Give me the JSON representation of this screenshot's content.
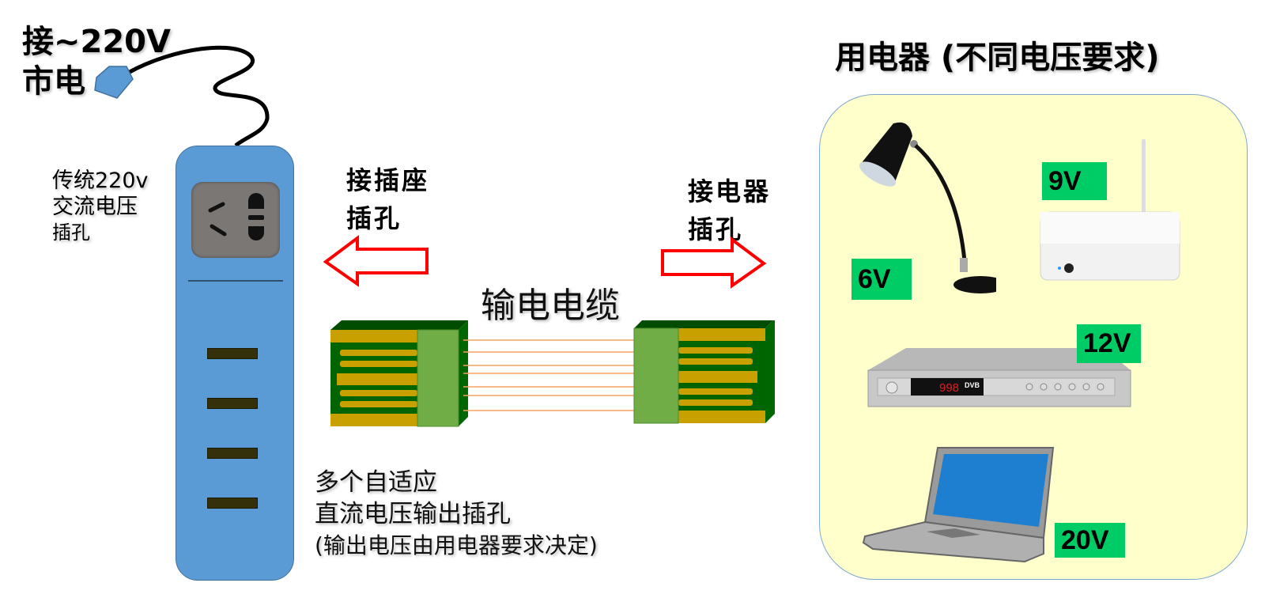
{
  "mains": {
    "line1": "接~220V",
    "line2": "市电"
  },
  "power_strip": {
    "ac_label_line1": "传统220v",
    "ac_label_line2": "交流电压",
    "ac_label_line3": "插孔",
    "dc_slot_count": 4,
    "color": "#5b9bd5"
  },
  "arrows": {
    "left_label_line1": "接插座",
    "left_label_line2": "插孔",
    "right_label_line1": "接电器",
    "right_label_line2": "插孔",
    "color": "#ff0000"
  },
  "cable": {
    "title": "输电电缆",
    "wire_count": 7,
    "wire_color": "#f4a460"
  },
  "dc_outputs_label": {
    "line1": "多个自适应",
    "line2": "直流电压输出插孔",
    "line3": "(输出电压由用电器要求决定)"
  },
  "appliances": {
    "title": "用电器 (不同电压要求)",
    "panel_color": "#ffffcc",
    "badge_color": "#00cc66",
    "items": [
      {
        "name": "desk-lamp",
        "voltage": "6V"
      },
      {
        "name": "set-top-box",
        "voltage": "9V"
      },
      {
        "name": "dvb-receiver",
        "voltage": "12V",
        "display": "998",
        "brand": "DVB"
      },
      {
        "name": "laptop",
        "voltage": "20V"
      }
    ]
  }
}
